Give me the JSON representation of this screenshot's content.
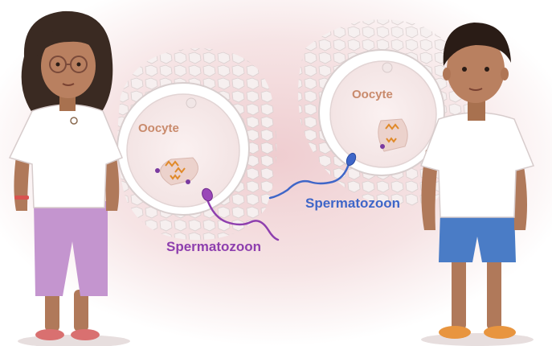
{
  "labels": {
    "oocyte_left": "Oocyte",
    "oocyte_right": "Oocyte",
    "sperm_left": "Spermatozoon",
    "sperm_right": "Spermatozoon"
  },
  "colors": {
    "background_glow": "#f2d6d8",
    "oocyte_text": "#c98a6c",
    "sperm_left": "#8e3fae",
    "sperm_right": "#3f66c8",
    "cell_outline": "#cfc5c5",
    "chromosome": "#e08a2a",
    "spindle": "#e9c9c0"
  }
}
